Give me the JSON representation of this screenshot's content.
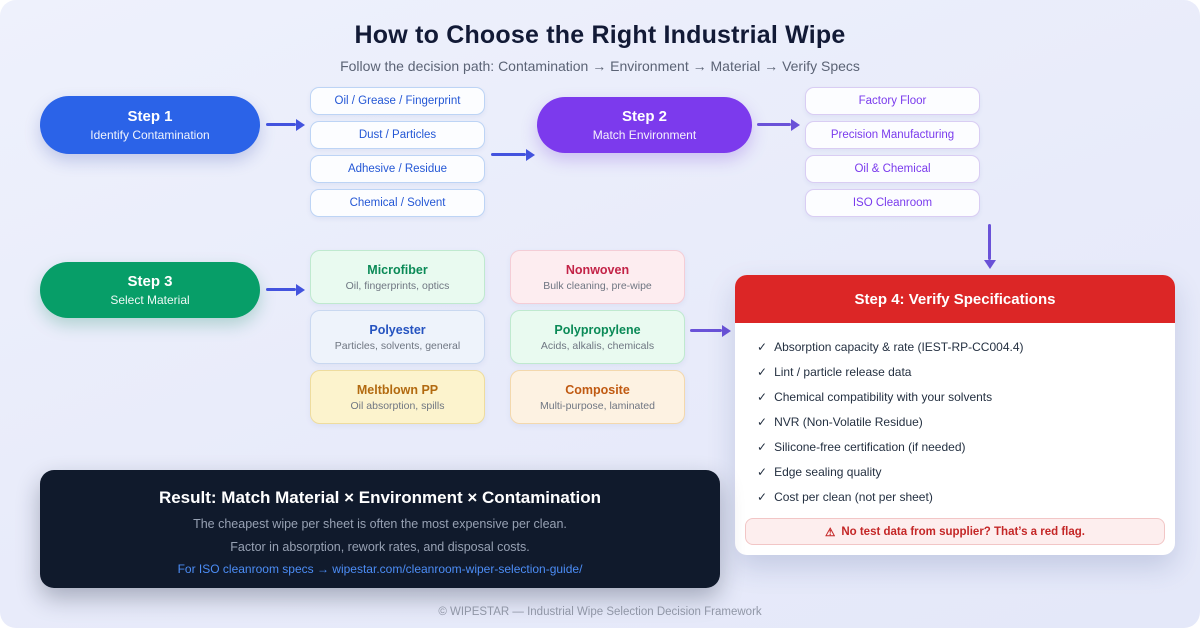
{
  "header": {
    "title": "How to Choose the Right Industrial Wipe",
    "subtitle": "Follow the decision path: Contamination → Environment → Material → Verify Specs"
  },
  "step1": {
    "label": "Step 1",
    "sublabel": "Identify Contamination",
    "items": [
      "Oil / Grease / Fingerprint",
      "Dust / Particles",
      "Adhesive / Residue",
      "Chemical / Solvent"
    ]
  },
  "step2": {
    "label": "Step 2",
    "sublabel": "Match Environment",
    "items": [
      "Factory Floor",
      "Precision Manufacturing",
      "Oil & Chemical",
      "ISO Cleanroom"
    ]
  },
  "step3": {
    "label": "Step 3",
    "sublabel": "Select Material",
    "materials": [
      {
        "name": "Microfiber",
        "desc": "Oil, fingerprints, optics"
      },
      {
        "name": "Polyester",
        "desc": "Particles, solvents, general"
      },
      {
        "name": "Meltblown PP",
        "desc": "Oil absorption, spills"
      },
      {
        "name": "Nonwoven",
        "desc": "Bulk cleaning, pre-wipe"
      },
      {
        "name": "Polypropylene",
        "desc": "Acids, alkalis, chemicals"
      },
      {
        "name": "Composite",
        "desc": "Multi-purpose, laminated"
      }
    ]
  },
  "step4": {
    "title": "Step 4: Verify Specifications",
    "check_prefix": "✓",
    "checks": [
      "Absorption capacity & rate (IEST-RP-CC004.4)",
      "Lint / particle release data",
      "Chemical compatibility with your solvents",
      "NVR (Non-Volatile Residue)",
      "Silicone-free certification (if needed)",
      "Edge sealing quality",
      "Cost per clean (not per sheet)"
    ],
    "warning_icon": "⚠",
    "warning_text": "No test data from supplier? That’s a red flag."
  },
  "result": {
    "title": "Result: Match Material × Environment × Contamination",
    "line1": "The cheapest wipe per sheet is often the most expensive per clean.",
    "line2": "Factor in absorption, rework rates, and disposal costs.",
    "link": "For ISO cleanroom specs → wipestar.com/cleanroom-wiper-selection-guide/"
  },
  "footer": {
    "text": "© WIPESTAR — Industrial Wipe Selection Decision Framework"
  },
  "colors": {
    "step1": "#2b63e8",
    "step2": "#7c3aed",
    "step3": "#079e68",
    "step4": "#dc2626",
    "arrow-blue": "#4353de",
    "arrow-purple": "#6a52d8",
    "link": "#4c8df6"
  }
}
